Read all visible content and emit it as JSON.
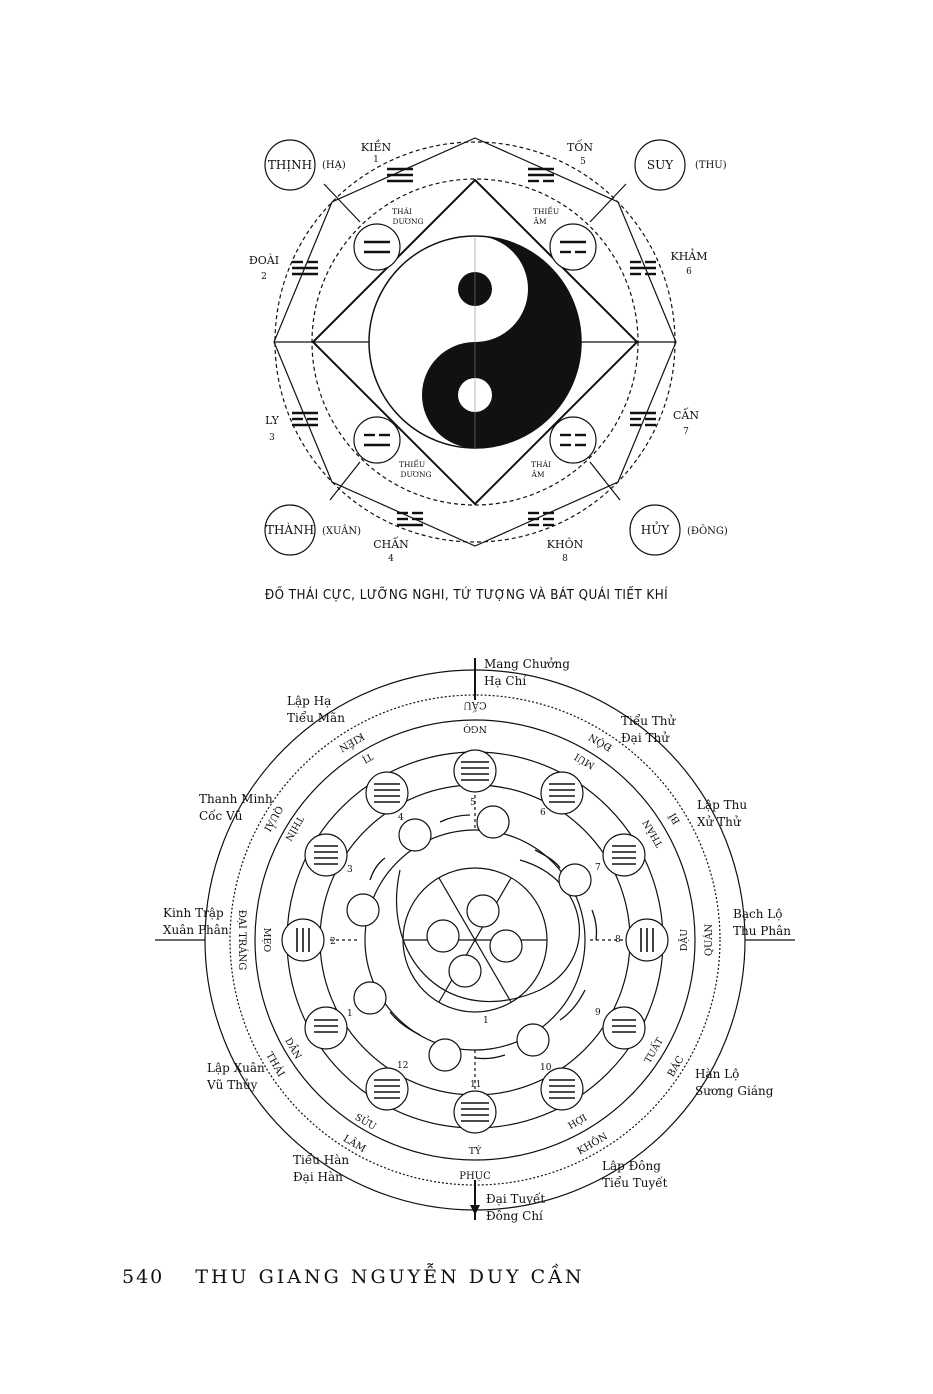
{
  "top": {
    "trigrams": [
      {
        "name": "KIỀN",
        "num": "1"
      },
      {
        "name": "TỐN",
        "num": "5"
      },
      {
        "name": "KHẢM",
        "num": "6"
      },
      {
        "name": "CẤN",
        "num": "7"
      },
      {
        "name": "KHÔN",
        "num": "8"
      },
      {
        "name": "CHẤN",
        "num": "4"
      },
      {
        "name": "LY",
        "num": "3"
      },
      {
        "name": "ĐOÀI",
        "num": "2"
      }
    ],
    "seasons": [
      {
        "circle": "THỊNH",
        "label": "(HẠ)"
      },
      {
        "circle": "SUY",
        "label": "(THU)"
      },
      {
        "circle": "THÀNH",
        "label": "(XUÂN)"
      },
      {
        "circle": "HỦY",
        "label": "(ĐÔNG)"
      }
    ],
    "xiang": [
      {
        "l1": "THÁI",
        "l2": "DƯƠNG"
      },
      {
        "l1": "THIẾU",
        "l2": "ÂM"
      },
      {
        "l1": "THIẾU",
        "l2": "DƯƠNG"
      },
      {
        "l1": "THÁI",
        "l2": "ÂM"
      }
    ]
  },
  "caption": "ĐỒ THÁI CỰC, LƯỠNG NGHI, TỨ TƯỢNG VÀ BÁT QUÁI TIẾT KHÍ",
  "bottom": {
    "terms": [
      {
        "l1": "Mang Chưởng",
        "l2": "Hạ Chí"
      },
      {
        "l1": "Tiểu Thử",
        "l2": "Đại Thử"
      },
      {
        "l1": "Lập Thu",
        "l2": "Xử Thử"
      },
      {
        "l1": "Bạch Lộ",
        "l2": "Thu Phân"
      },
      {
        "l1": "Hàn Lộ",
        "l2": "Sương Giáng"
      },
      {
        "l1": "Lập Đông",
        "l2": "Tiểu Tuyết"
      },
      {
        "l1": "Đại Tuyết",
        "l2": "Đông Chí"
      },
      {
        "l1": "Tiểu Hàn",
        "l2": "Đại Hàn"
      },
      {
        "l1": "Lập Xuân",
        "l2": "Vũ Thủy"
      },
      {
        "l1": "Kinh Trập",
        "l2": "Xuân Phân"
      },
      {
        "l1": "Thanh Minh",
        "l2": "Cốc Vũ"
      },
      {
        "l1": "Lập Hạ",
        "l2": "Tiểu Mãn"
      }
    ],
    "hexagrams": [
      "CẤU",
      "ĐỘN",
      "BĨ",
      "QUÁN",
      "BÁC",
      "KHÔN",
      "PHỤC",
      "LÂM",
      "THÁI",
      "ĐẠI TRÁNG",
      "QUẢI",
      "KIỀN"
    ],
    "branches": [
      "NGỌ",
      "MÙI",
      "THÂN",
      "DẬU",
      "TUẤT",
      "HỢI",
      "TÝ",
      "SỬU",
      "DẦN",
      "MẸO",
      "THÌN",
      "TỊ"
    ],
    "numbers": [
      "5",
      "6",
      "7",
      "8",
      "9",
      "10",
      "11",
      "12",
      "1",
      "2",
      "3",
      "4"
    ],
    "center_number": "1"
  },
  "footer": {
    "page": "540",
    "author": "THU GIANG NGUYỄN DUY CẦN"
  }
}
